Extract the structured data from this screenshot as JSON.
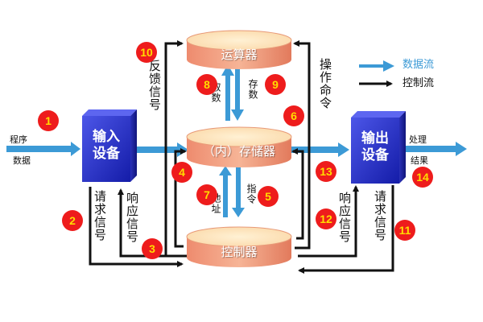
{
  "colors": {
    "data_flow": "#3c9ad6",
    "control_flow": "#111111",
    "badge": "#ee1c1c",
    "badge_text": "#ffdd00"
  },
  "legend": {
    "data_flow": "数据流",
    "control_flow": "控制流"
  },
  "units": {
    "alu": "运算器",
    "memory": "（内）存储器",
    "controller": "控制器",
    "input_line1": "输入",
    "input_line2": "设备",
    "output_line1": "输出",
    "output_line2": "设备"
  },
  "labels": {
    "program": "程序",
    "data": "数据",
    "process": "处理",
    "result": "结果",
    "feedback": "反馈信号",
    "op_command": "操作命令",
    "fetch_data": "取数",
    "store_data": "存数",
    "address": "地址",
    "instruction": "指令",
    "in_request": "请求信号",
    "in_response": "响应信号",
    "out_response": "响应信号",
    "out_request": "请求信号"
  },
  "badges": [
    "1",
    "2",
    "3",
    "4",
    "5",
    "6",
    "7",
    "8",
    "9",
    "10",
    "11",
    "12",
    "13",
    "14"
  ]
}
